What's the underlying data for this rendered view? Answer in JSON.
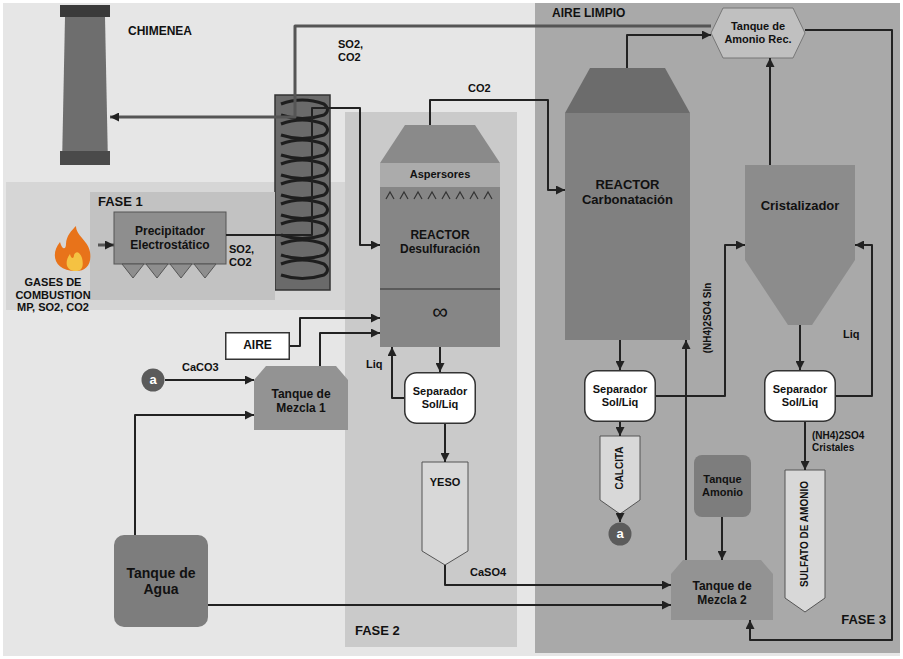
{
  "diagram": {
    "nodes": [
      {
        "text": [
          "CHIMENEA"
        ]
      },
      {
        "text": [
          "GASES DE COMBUSTION MP, SO2, CO2"
        ]
      },
      {
        "text": [
          "FASE 1"
        ]
      },
      {
        "text": [
          "Precipitador Electrostático"
        ],
        "in": 2
      },
      {
        "text": [
          "FASE 2"
        ]
      },
      {
        "text": [
          "Aspersores",
          "REACTOR Desulfuración",
          "∞"
        ],
        "in": 4
      },
      {
        "text": [
          "Separador Sol/Liq"
        ],
        "in": 4
      },
      {
        "text": [
          "YESO"
        ],
        "in": 4
      },
      {
        "text": [
          "FASE 3"
        ]
      },
      {
        "text": [
          "Tanque de Amonio Rec."
        ],
        "in": 8
      },
      {
        "text": [
          "REACTOR Carbonatación"
        ],
        "in": 8
      },
      {
        "text": [
          "Cristalizador"
        ],
        "in": 8
      },
      {
        "text": [
          "Separador Sol/Liq"
        ],
        "in": 8
      },
      {
        "text": [
          "Separador Sol/Liq"
        ],
        "in": 8
      },
      {
        "text": [
          "CALCITA"
        ],
        "in": 8
      },
      {
        "text": [
          "Tanque Amonio"
        ],
        "in": 8
      },
      {
        "text": [
          "Tanque de Mezcla 2"
        ],
        "in": 8
      },
      {
        "text": [
          "SULFATO DE AMONIO"
        ],
        "in": 8
      },
      {
        "text": [
          "a"
        ],
        "in": 8
      },
      {
        "text": [
          "AIRE"
        ]
      },
      {
        "text": [
          "a"
        ]
      },
      {
        "text": [
          "Tanque de Mezcla 1"
        ]
      },
      {
        "text": [
          "Tanque de Agua"
        ]
      }
    ],
    "edges": [
      {
        "from": 1,
        "to": 3,
        "arrow": "to"
      },
      {
        "from": 3,
        "to": 5,
        "label": "SO2, CO2",
        "arrow": "to"
      },
      {
        "from": 19,
        "to": 5,
        "arrow": "to"
      },
      {
        "from": 21,
        "to": 5,
        "arrow": "to"
      },
      {
        "from": 20,
        "to": 21,
        "label": "CaCO3",
        "arrow": "to"
      },
      {
        "from": 22,
        "to": 21,
        "arrow": "to"
      },
      {
        "from": 22,
        "to": 16,
        "arrow": "to"
      },
      {
        "from": 5,
        "to": 6,
        "arrow": "to"
      },
      {
        "from": 6,
        "to": 5,
        "label": "Liq",
        "arrow": "to"
      },
      {
        "from": 6,
        "to": 7,
        "arrow": "to"
      },
      {
        "from": 7,
        "to": 16,
        "label": "CaSO4",
        "arrow": "to"
      },
      {
        "from": 5,
        "to": 10,
        "label": "CO2",
        "arrow": "to"
      },
      {
        "from": 10,
        "to": 12,
        "arrow": "to"
      },
      {
        "from": 10,
        "to": 9,
        "arrow": "to"
      },
      {
        "from": 12,
        "to": 11,
        "label": "(NH4)2SO4 Sln",
        "arrow": "to"
      },
      {
        "from": 12,
        "to": 14,
        "arrow": "to"
      },
      {
        "from": 14,
        "to": 18,
        "arrow": "to"
      },
      {
        "from": 16,
        "to": 10,
        "arrow": "to"
      },
      {
        "from": 15,
        "to": 16,
        "arrow": "to"
      },
      {
        "from": 11,
        "to": 13,
        "arrow": "to"
      },
      {
        "from": 13,
        "to": 11,
        "label": "Liq",
        "arrow": "to"
      },
      {
        "from": 11,
        "to": 9,
        "arrow": "to"
      },
      {
        "from": 9,
        "to": 0,
        "label": "AIRE LIMPIO",
        "arrow": "to"
      },
      {
        "from": 9,
        "to": 16,
        "arrow": "to"
      },
      {
        "from": 13,
        "to": 17,
        "label": "(NH4)2SO4 Cristales",
        "arrow": "to"
      }
    ],
    "labels": [
      "SO2, CO2"
    ]
  }
}
